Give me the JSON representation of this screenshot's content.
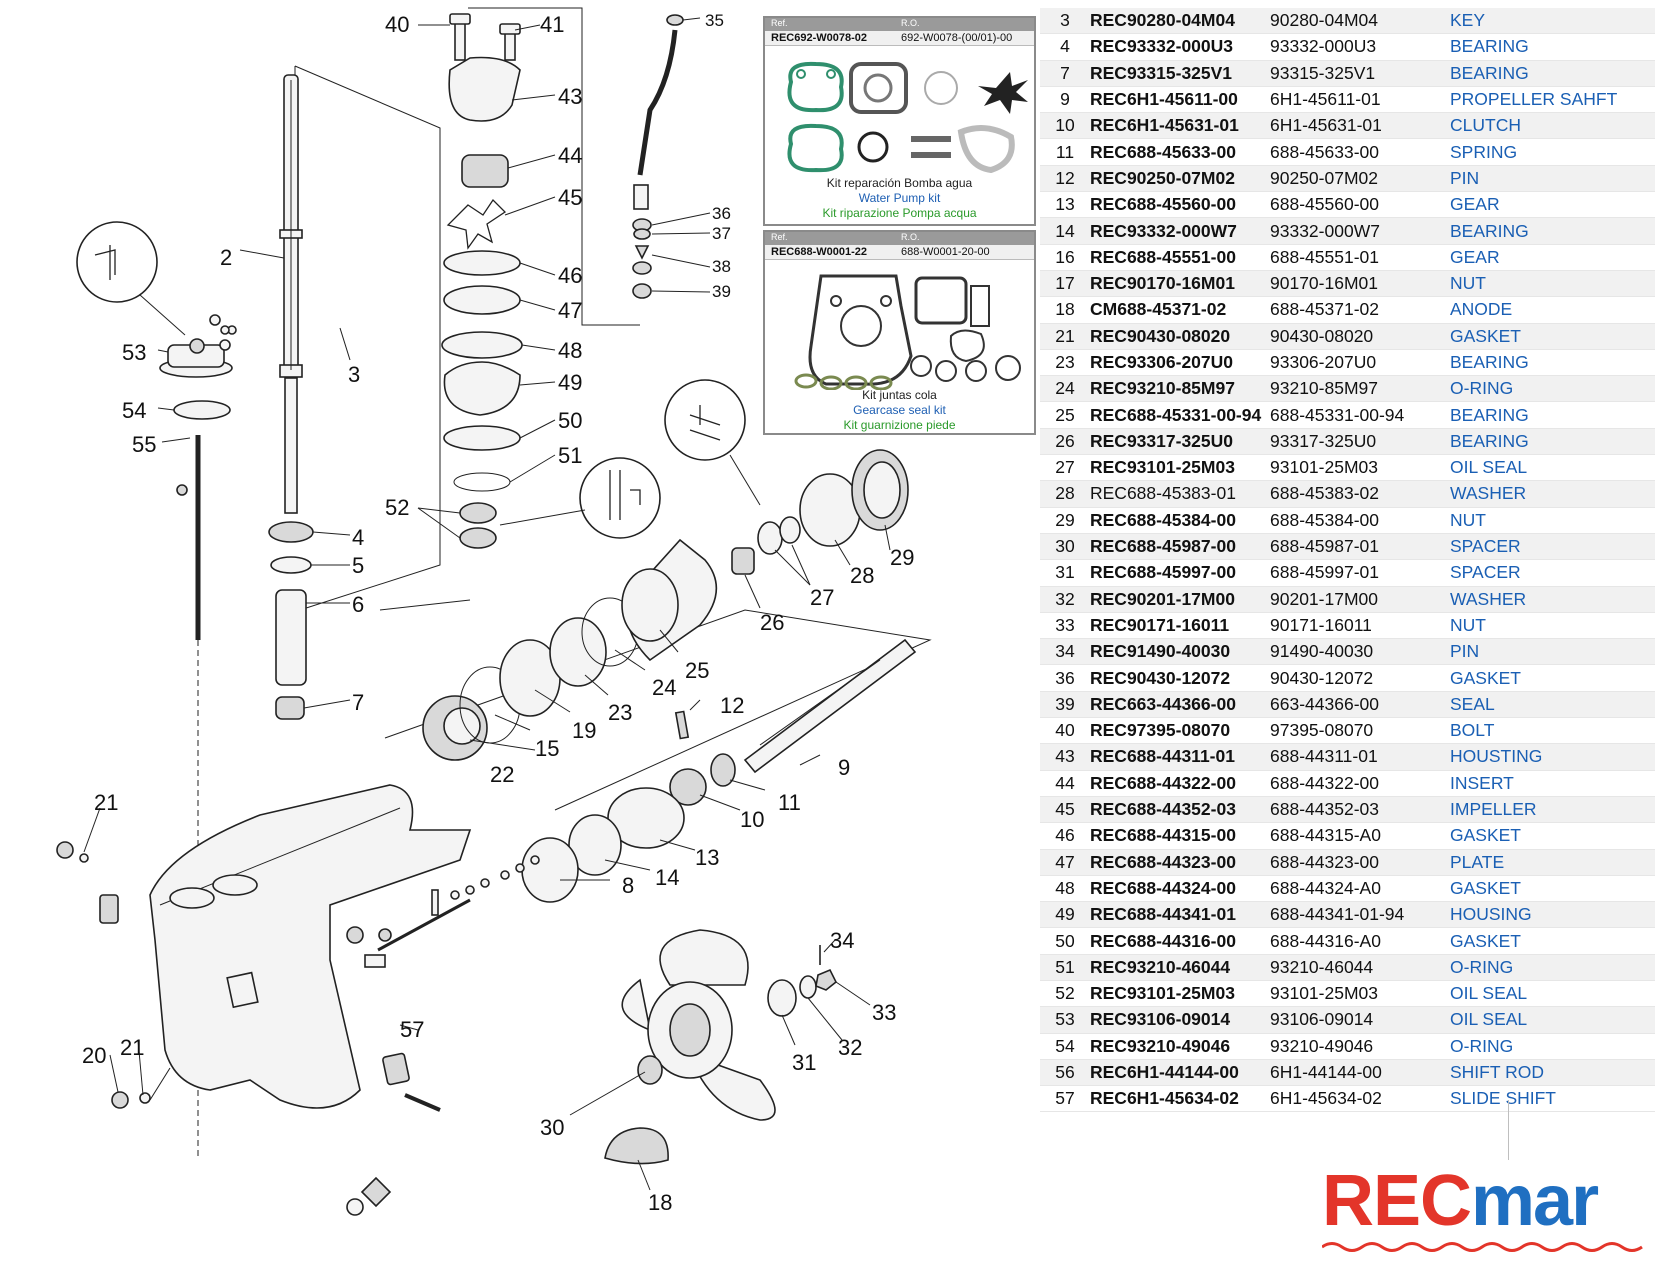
{
  "callouts": {
    "c2": "2",
    "c3": "3",
    "c4": "4",
    "c5": "5",
    "c6": "6",
    "c7": "7",
    "c8": "8",
    "c9": "9",
    "c10": "10",
    "c11": "11",
    "c12": "12",
    "c13": "13",
    "c14": "14",
    "c15": "15",
    "c18": "18",
    "c19": "19",
    "c20": "20",
    "c21a": "21",
    "c21b": "21",
    "c22": "22",
    "c23": "23",
    "c24": "24",
    "c25": "25",
    "c26": "26",
    "c27": "27",
    "c28": "28",
    "c29": "29",
    "c30": "30",
    "c31": "31",
    "c32": "32",
    "c33": "33",
    "c34": "34",
    "c35": "35",
    "c36": "36",
    "c37": "37",
    "c38": "38",
    "c39": "39",
    "c40": "40",
    "c41": "41",
    "c43": "43",
    "c44": "44",
    "c45": "45",
    "c46": "46",
    "c47": "47",
    "c48": "48",
    "c49": "49",
    "c50": "50",
    "c51": "51",
    "c52": "52",
    "c53": "53",
    "c54": "54",
    "c55": "55",
    "c57": "57"
  },
  "kits": [
    {
      "head_ref": "Ref.",
      "head_ro": "R.O.",
      "ref": "REC692-W0078-02",
      "ro": "692-W0078-(00/01)-00",
      "caption_es": "Kit reparación Bomba agua",
      "caption_en": "Water Pump kit",
      "caption_it": "Kit riparazione Pompa acqua"
    },
    {
      "head_ref": "Ref.",
      "head_ro": "R.O.",
      "ref": "REC688-W0001-22",
      "ro": "688-W0001-20-00",
      "caption_es": "Kit juntas cola",
      "caption_en": "Gearcase seal kit",
      "caption_it": "Kit guarnizione piede"
    }
  ],
  "parts": [
    {
      "no": "3",
      "ref": "REC90280-04M04",
      "oem": "90280-04M04",
      "desc": "KEY"
    },
    {
      "no": "4",
      "ref": "REC93332-000U3",
      "oem": "93332-000U3",
      "desc": "BEARING"
    },
    {
      "no": "7",
      "ref": "REC93315-325V1",
      "oem": "93315-325V1",
      "desc": "BEARING"
    },
    {
      "no": "9",
      "ref": "REC6H1-45611-00",
      "oem": "6H1-45611-01",
      "desc": "PROPELLER SAHFT"
    },
    {
      "no": "10",
      "ref": "REC6H1-45631-01",
      "oem": "6H1-45631-01",
      "desc": "CLUTCH"
    },
    {
      "no": "11",
      "ref": "REC688-45633-00",
      "oem": "688-45633-00",
      "desc": "SPRING"
    },
    {
      "no": "12",
      "ref": "REC90250-07M02",
      "oem": "90250-07M02",
      "desc": "PIN"
    },
    {
      "no": "13",
      "ref": "REC688-45560-00",
      "oem": "688-45560-00",
      "desc": "GEAR"
    },
    {
      "no": "14",
      "ref": "REC93332-000W7",
      "oem": "93332-000W7",
      "desc": "BEARING"
    },
    {
      "no": "16",
      "ref": "REC688-45551-00",
      "oem": "688-45551-01",
      "desc": "GEAR"
    },
    {
      "no": "17",
      "ref": "REC90170-16M01",
      "oem": "90170-16M01",
      "desc": "NUT"
    },
    {
      "no": "18",
      "ref": "CM688-45371-02",
      "oem": "688-45371-02",
      "desc": "ANODE"
    },
    {
      "no": "21",
      "ref": "REC90430-08020",
      "oem": "90430-08020",
      "desc": "GASKET"
    },
    {
      "no": "23",
      "ref": "REC93306-207U0",
      "oem": "93306-207U0",
      "desc": "BEARING"
    },
    {
      "no": "24",
      "ref": "REC93210-85M97",
      "oem": "93210-85M97",
      "desc": "O-RING"
    },
    {
      "no": "25",
      "ref": "REC688-45331-00-94",
      "oem": "688-45331-00-94",
      "desc": "BEARING"
    },
    {
      "no": "26",
      "ref": "REC93317-325U0",
      "oem": "93317-325U0",
      "desc": "BEARING"
    },
    {
      "no": "27",
      "ref": "REC93101-25M03",
      "oem": "93101-25M03",
      "desc": "OIL SEAL"
    },
    {
      "no": "28",
      "ref": "REC688-45383-01",
      "oem": "688-45383-02",
      "desc": "WASHER"
    },
    {
      "no": "29",
      "ref": "REC688-45384-00",
      "oem": "688-45384-00",
      "desc": "NUT"
    },
    {
      "no": "30",
      "ref": "REC688-45987-00",
      "oem": "688-45987-01",
      "desc": "SPACER"
    },
    {
      "no": "31",
      "ref": "REC688-45997-00",
      "oem": "688-45997-01",
      "desc": "SPACER"
    },
    {
      "no": "32",
      "ref": "REC90201-17M00",
      "oem": "90201-17M00",
      "desc": "WASHER"
    },
    {
      "no": "33",
      "ref": "REC90171-16011",
      "oem": "90171-16011",
      "desc": "NUT"
    },
    {
      "no": "34",
      "ref": "REC91490-40030",
      "oem": "91490-40030",
      "desc": "PIN"
    },
    {
      "no": "36",
      "ref": "REC90430-12072",
      "oem": "90430-12072",
      "desc": "GASKET"
    },
    {
      "no": "39",
      "ref": "REC663-44366-00",
      "oem": "663-44366-00",
      "desc": "SEAL"
    },
    {
      "no": "40",
      "ref": "REC97395-08070",
      "oem": "97395-08070",
      "desc": "BOLT"
    },
    {
      "no": "43",
      "ref": "REC688-44311-01",
      "oem": "688-44311-01",
      "desc": "HOUSTING"
    },
    {
      "no": "44",
      "ref": "REC688-44322-00",
      "oem": "688-44322-00",
      "desc": "INSERT"
    },
    {
      "no": "45",
      "ref": "REC688-44352-03",
      "oem": "688-44352-03",
      "desc": "IMPELLER"
    },
    {
      "no": "46",
      "ref": "REC688-44315-00",
      "oem": "688-44315-A0",
      "desc": "GASKET"
    },
    {
      "no": "47",
      "ref": "REC688-44323-00",
      "oem": "688-44323-00",
      "desc": "PLATE"
    },
    {
      "no": "48",
      "ref": "REC688-44324-00",
      "oem": "688-44324-A0",
      "desc": "GASKET"
    },
    {
      "no": "49",
      "ref": "REC688-44341-01",
      "oem": "688-44341-01-94",
      "desc": "HOUSING"
    },
    {
      "no": "50",
      "ref": "REC688-44316-00",
      "oem": "688-44316-A0",
      "desc": "GASKET"
    },
    {
      "no": "51",
      "ref": "REC93210-46044",
      "oem": "93210-46044",
      "desc": "O-RING"
    },
    {
      "no": "52",
      "ref": "REC93101-25M03",
      "oem": "93101-25M03",
      "desc": "OIL SEAL"
    },
    {
      "no": "53",
      "ref": "REC93106-09014",
      "oem": "93106-09014",
      "desc": "OIL SEAL"
    },
    {
      "no": "54",
      "ref": "REC93210-49046",
      "oem": "93210-49046",
      "desc": "O-RING"
    },
    {
      "no": "56",
      "ref": "REC6H1-44144-00",
      "oem": "6H1-44144-00",
      "desc": "SHIFT ROD"
    },
    {
      "no": "57",
      "ref": "REC6H1-45634-02",
      "oem": "6H1-45634-02",
      "desc": "SLIDE SHIFT"
    }
  ],
  "logo": {
    "part1": "REC",
    "part2": "mar"
  },
  "colors": {
    "desc_blue": "#1a5fb4",
    "logo_red": "#e3352a",
    "logo_blue": "#1f6fc1",
    "kit_green": "#2a9a2a"
  }
}
